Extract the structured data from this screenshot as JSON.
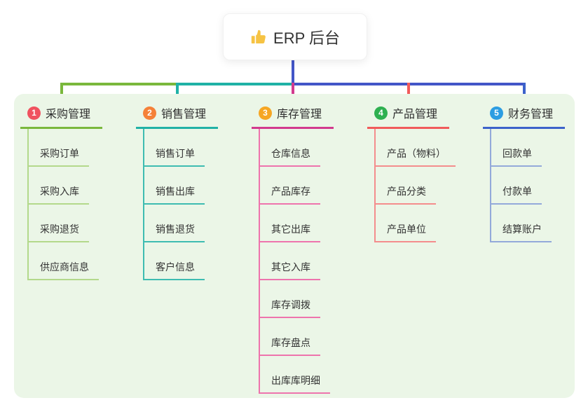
{
  "root": {
    "title": "ERP 后台",
    "icon": "thumbs-up-icon"
  },
  "panel": {
    "background": "#ebf6e7"
  },
  "connectors": {
    "root_line_color": "#4356c8",
    "trunk_right_color": "#4356c8"
  },
  "branches": [
    {
      "num": "1",
      "title": "采购管理",
      "badge_color": "#f0525f",
      "line_color": "#7ab83c",
      "child_line_color": "#b3d98b",
      "children": [
        "采购订单",
        "采购入库",
        "采购退货",
        "供应商信息"
      ]
    },
    {
      "num": "2",
      "title": "销售管理",
      "badge_color": "#f58138",
      "line_color": "#20b2a6",
      "child_line_color": "#3ebcb1",
      "children": [
        "销售订单",
        "销售出库",
        "销售退货",
        "客户信息"
      ]
    },
    {
      "num": "3",
      "title": "库存管理",
      "badge_color": "#f6a623",
      "line_color": "#d23a8e",
      "child_line_color": "#ee74ad",
      "children": [
        "仓库信息",
        "产品库存",
        "其它出库",
        "其它入库",
        "库存调拨",
        "库存盘点",
        "出库库明细"
      ]
    },
    {
      "num": "4",
      "title": "产品管理",
      "badge_color": "#2eb050",
      "line_color": "#f15b5b",
      "child_line_color": "#f48d8d",
      "children": [
        "产品（物料）",
        "产品分类",
        "产品单位"
      ]
    },
    {
      "num": "5",
      "title": "财务管理",
      "badge_color": "#2c9de2",
      "line_color": "#3c62ca",
      "child_line_color": "#93a9da",
      "children": [
        "回款单",
        "付款单",
        "结算账户"
      ]
    }
  ]
}
